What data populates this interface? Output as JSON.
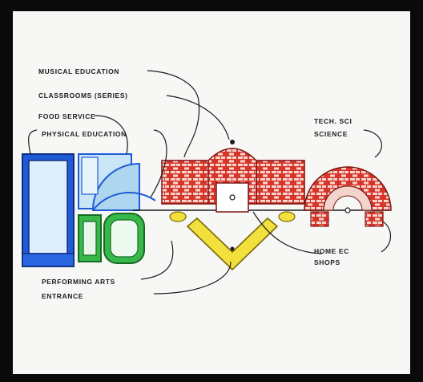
{
  "labels": {
    "music_education": "MUSICAL EDUCATION",
    "classrooms": "CLASSROOMS (SERIES)",
    "food_service": "FOOD SERVICE",
    "physical_education": "PHYSICAL EDUCATION",
    "performing_arts": "PERFORMING ARTS",
    "entrance": "ENTRANCE",
    "tech_sci": "TECH. SCI",
    "science": "SCIENCE",
    "home_ec": "HOME EC",
    "shops": "SHOPS"
  },
  "colors": {
    "blue": "#1f5bd6",
    "light_blue": "#b9ddf2",
    "green": "#38b84a",
    "yellow": "#f2e03c",
    "brick_red": "#d8352a",
    "ink": "#1c1c1c"
  }
}
